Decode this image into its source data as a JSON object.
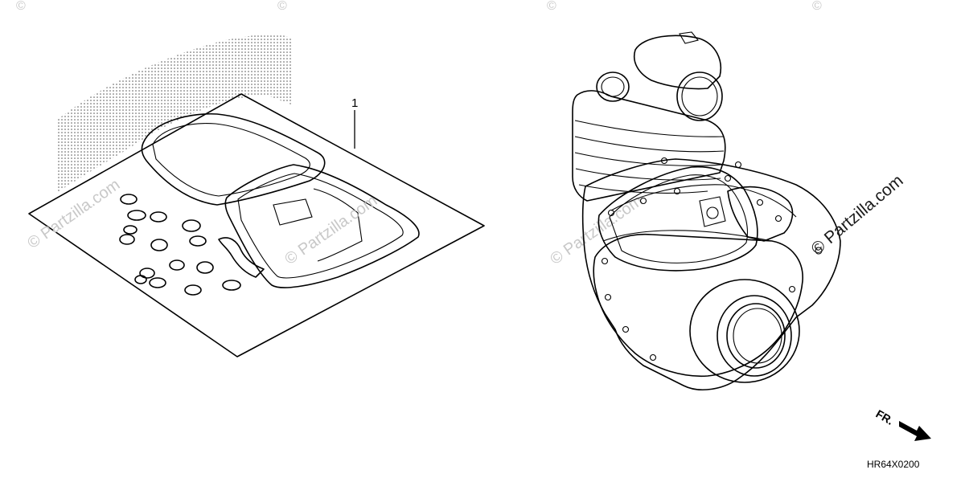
{
  "diagram": {
    "callout_number": "1",
    "diagram_code": "HR64X0200",
    "direction_label": "FR.",
    "watermark_main": "© Partzilla.com",
    "watermark_faint": "© Partzilla.com",
    "watermark_corner": "©"
  }
}
